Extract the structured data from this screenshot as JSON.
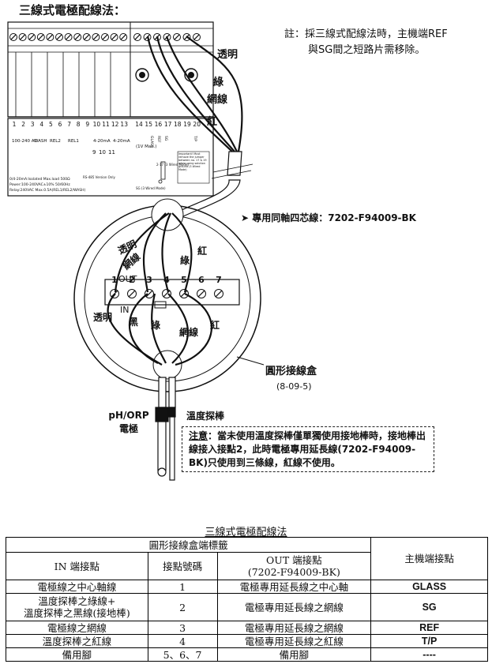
{
  "heading": "三線式電極配線法：",
  "note": {
    "line1": "註：採三線式配線法時，主機端REF",
    "line2": "與SG間之短路片需移除。"
  },
  "controller": {
    "top_numbers": [
      "1",
      "2",
      "3",
      "4",
      "5",
      "6",
      "7",
      "8",
      "9",
      "10",
      "11",
      "12",
      "13",
      "14",
      "15",
      "16",
      "17",
      "18",
      "19",
      "20"
    ],
    "group_labels": [
      "100-240\nAC",
      "WASH",
      "REL2",
      "REL1",
      "4-20mA",
      "4-20mA"
    ],
    "sub_labels": [
      "(1V Max.)",
      "GLASS",
      "REF",
      "SG",
      "T/P"
    ],
    "spec_lines": [
      "0/4-20mA:Isolated Max.load 500Ω",
      "Power:100-240VAC±10% 50/60Hz",
      "Relay:240VAC Max.0.5A(REL1/REL2/WASH)"
    ],
    "important_text": "Important! Must remove the jumper between no. 17 & 19 when using solution ground (3 Wired Mode)",
    "jumper_label": "2-17 (3 Wired Mode)",
    "mode_label": "SG (3 Wired Mode)",
    "rs485_label": "RS-485 Version Only",
    "mid_numbers": [
      "9",
      "10",
      "11"
    ]
  },
  "wire_labels": {
    "clear": "透明",
    "green": "綠",
    "mesh": "網線",
    "red": "紅"
  },
  "cable_label": "專用同軸四芯線：7202-F94009-BK",
  "box": {
    "terminals": [
      "1",
      "2",
      "3",
      "4",
      "5",
      "6",
      "7"
    ],
    "out": "OUT",
    "in": "IN",
    "upper_labels": [
      "透明",
      "網線",
      "綠",
      "紅"
    ],
    "lower_labels": [
      "透明",
      "黑",
      "綠",
      "網線",
      "紅"
    ],
    "name": "圓形接線盒",
    "code": "(8-09-5)"
  },
  "probes": {
    "ph": "pH/ORP\n電極",
    "temp": "溫度探棒"
  },
  "caution": {
    "title": "注意",
    "text": "：當未使用溫度探棒僅單獨使用接地棒時，接地棒出線接入接點2，此時電極專用延長線(7202-F94009-BK)只使用到三條線，紅線不使用。"
  },
  "table": {
    "caption": "三線式電極配線法",
    "group_header": "圓形接線盒端標籤",
    "headers": [
      "IN 端接點",
      "接點號碼",
      "OUT 端接點\n(7202-F94009-BK)",
      "主機端接點"
    ],
    "rows": [
      {
        "in": "電極線之中心軸線",
        "no": "1",
        "out": "電極專用延長線之中心軸",
        "host": "GLASS"
      },
      {
        "in": "溫度探棒之綠線+\n溫度探棒之黑線(接地棒)",
        "no": "2",
        "out": "電極專用延長線之網線",
        "host": "SG"
      },
      {
        "in": "電極線之網線",
        "no": "3",
        "out": "電極專用延長線之網線",
        "host": "REF"
      },
      {
        "in": "溫度探棒之紅線",
        "no": "4",
        "out": "電極專用延長線之紅線",
        "host": "T/P"
      },
      {
        "in": "備用腳",
        "no": "5、6、7",
        "out": "備用腳",
        "host": "----"
      }
    ]
  }
}
